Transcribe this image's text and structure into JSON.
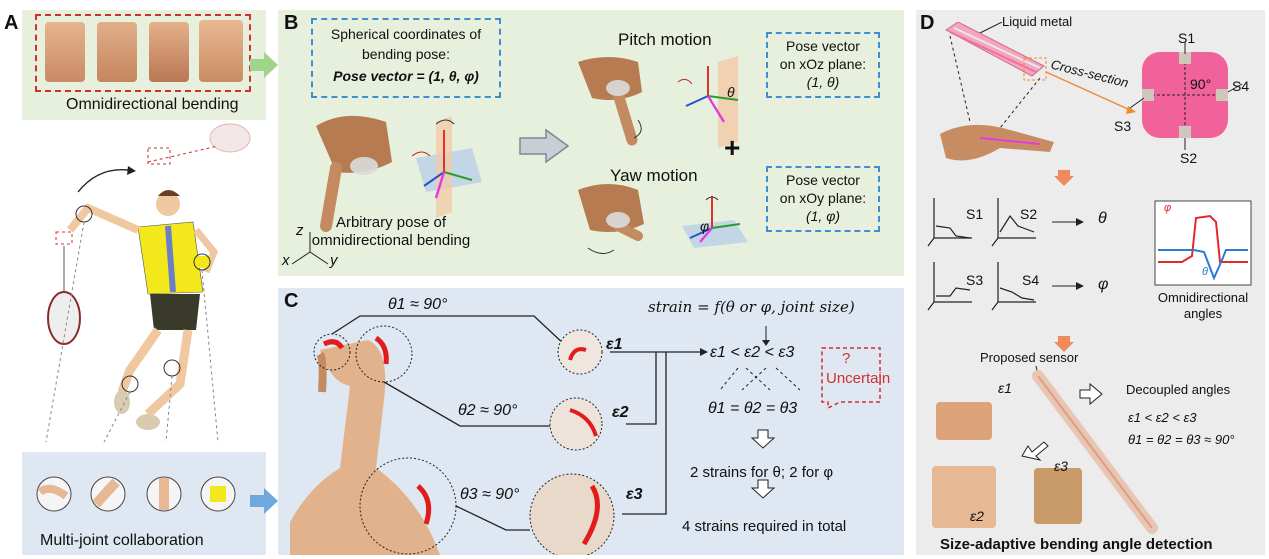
{
  "panel_a": {
    "letter": "A",
    "title_top": "Omnidirectional bending",
    "title_bottom": "Multi-joint collaboration"
  },
  "panel_b": {
    "letter": "B",
    "spherical_line1": "Spherical coordinates of",
    "spherical_line2": "bending pose:",
    "pose_vector": "Pose vector = (1, θ, φ)",
    "arbitrary_line1": "Arbitrary pose of",
    "arbitrary_line2": "omnidirectional bending",
    "pitch": "Pitch motion",
    "yaw": "Yaw motion",
    "xoz_line1": "Pose vector",
    "xoz_line2": "on xOz plane:",
    "xoz_line3": "(1, θ)",
    "xoy_line1": "Pose vector",
    "xoy_line2": "on xOy plane:",
    "xoy_line3": "(1, φ)",
    "plus": "+",
    "axis_z": "z",
    "axis_x": "x",
    "axis_y": "y",
    "theta": "θ",
    "phi": "φ"
  },
  "panel_c": {
    "letter": "C",
    "theta1": "θ1 ≈ 90°",
    "theta2": "θ2 ≈ 90°",
    "theta3": "θ3 ≈ 90°",
    "eps1": "ε1",
    "eps2": "ε2",
    "eps3": "ε3",
    "formula": "strain = f(θ or φ, joint size)",
    "ineq": "ε1 < ε2 < ε3",
    "equal": "θ1 = θ2 = θ3",
    "uncertain_q": "?",
    "uncertain": "Uncertain",
    "strains_line": "2 strains for θ; 2 for φ",
    "total_line": "4 strains required in total"
  },
  "panel_d": {
    "letter": "D",
    "liquid_metal": "Liquid metal",
    "cross_section": "Cross-section",
    "s1": "S1",
    "s2": "S2",
    "s3": "S3",
    "s4": "S4",
    "angle": "90°",
    "theta": "θ",
    "phi": "φ",
    "legend_phi": "φ",
    "legend_theta": "θ",
    "omni_line1": "Omnidirectional",
    "omni_line2": "angles",
    "proposed": "Proposed sensor",
    "decoupled": "Decoupled angles",
    "d_ineq": "ε1 < ε2 < ε3",
    "d_equal": "θ1 = θ2 = θ3 ≈ 90°",
    "e1": "ε1",
    "e2": "ε2",
    "e3": "ε3",
    "bottom_title": "Size-adaptive bending angle detection"
  },
  "colors": {
    "green_bg": "#e6f0dc",
    "blue_bg": "#dfe7f2",
    "gray_bg": "#ececec",
    "red_dash": "#d0312d",
    "blue_dash": "#3d8fd1",
    "pink": "#ef6b9a",
    "orange_arrow": "#f08a5d"
  }
}
